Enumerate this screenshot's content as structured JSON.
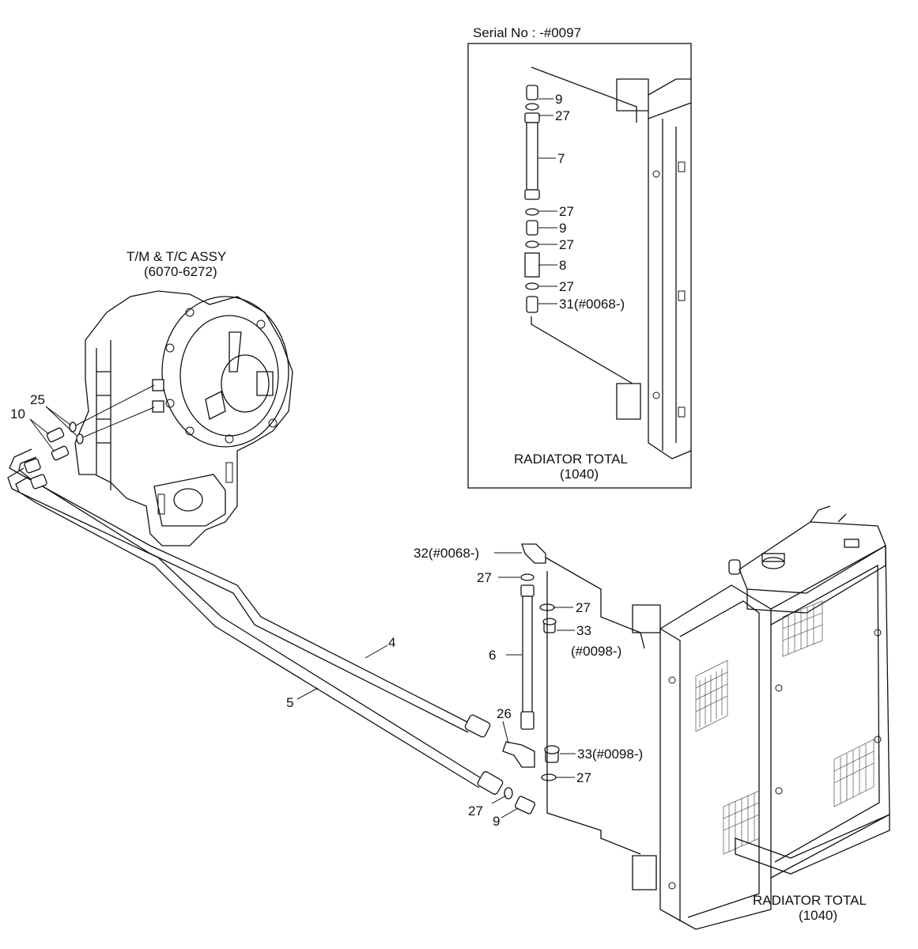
{
  "diagram": {
    "inset": {
      "serial_label": "Serial No : -#0097",
      "radiator_caption": "RADIATOR TOTAL",
      "radiator_code": "(1040)",
      "callouts": [
        "9",
        "27",
        "7",
        "27",
        "9",
        "27",
        "8",
        "27",
        "31(#0068-)"
      ]
    },
    "transmission": {
      "caption": "T/M & T/C ASSY",
      "code": "(6070-6272)",
      "callouts": [
        "25",
        "10"
      ]
    },
    "hoses": {
      "callouts": [
        "4",
        "5"
      ]
    },
    "fittings": {
      "callouts": [
        "32(#0068-)",
        "27",
        "27",
        "33",
        "(#0098-)",
        "6",
        "26",
        "33(#0098-)",
        "27",
        "27",
        "9"
      ]
    },
    "radiator": {
      "caption": "RADIATOR TOTAL",
      "code": "(1040)"
    }
  }
}
